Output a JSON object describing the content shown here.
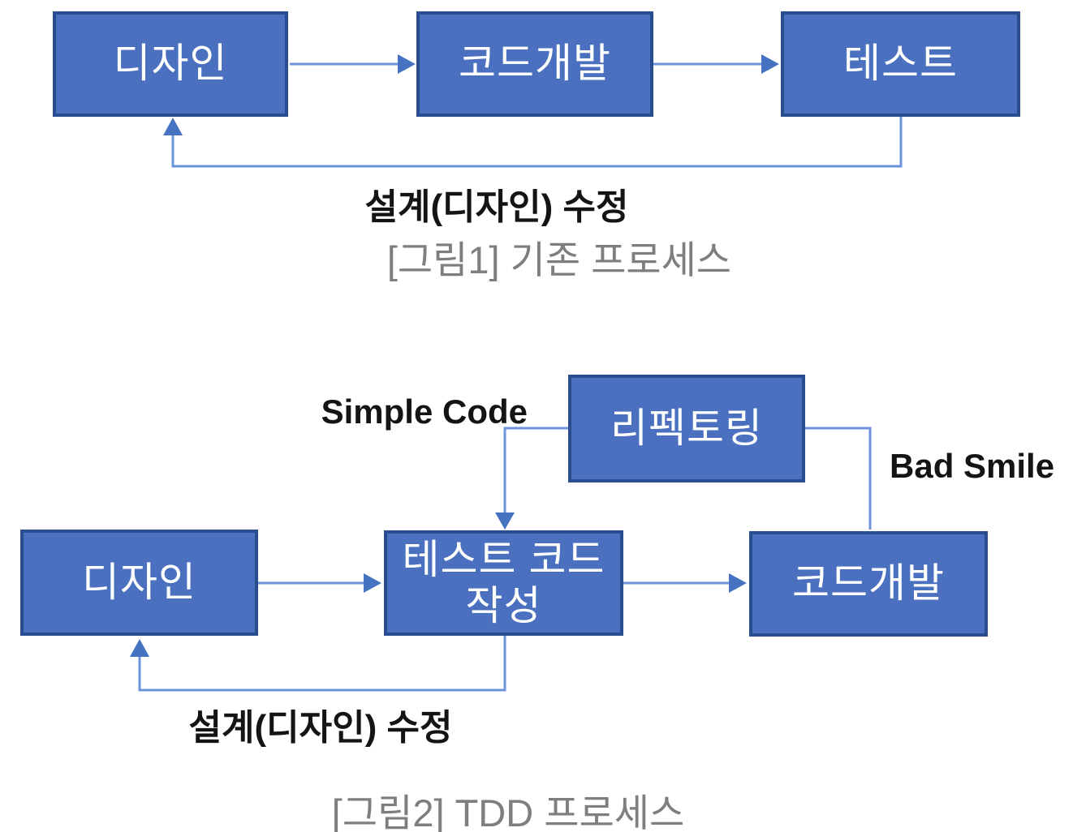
{
  "colors": {
    "box_fill": "#4A70BF",
    "box_border": "#2A4D8F",
    "box_text": "#FFFFFF",
    "connector": "#6D93DC",
    "arrow_head": "#4673C1",
    "label_text": "#141414",
    "caption_text": "#7E7E7E",
    "background": "#FFFFFF"
  },
  "diagram1": {
    "boxes": [
      {
        "label": "디자인"
      },
      {
        "label": "코드개발"
      },
      {
        "label": "테스트"
      }
    ],
    "feedback_label": "설계(디자인) 수정",
    "caption": "[그림1] 기존 프로세스"
  },
  "diagram2": {
    "refactor_box": {
      "label": "리펙토링"
    },
    "simple_code_label": "Simple Code",
    "bad_smile_label": "Bad Smile",
    "boxes": [
      {
        "label": "디자인"
      },
      {
        "label": "테스트 코드 작성"
      },
      {
        "label": "코드개발"
      }
    ],
    "feedback_label": "설계(디자인) 수정",
    "caption": "[그림2] TDD 프로세스"
  }
}
